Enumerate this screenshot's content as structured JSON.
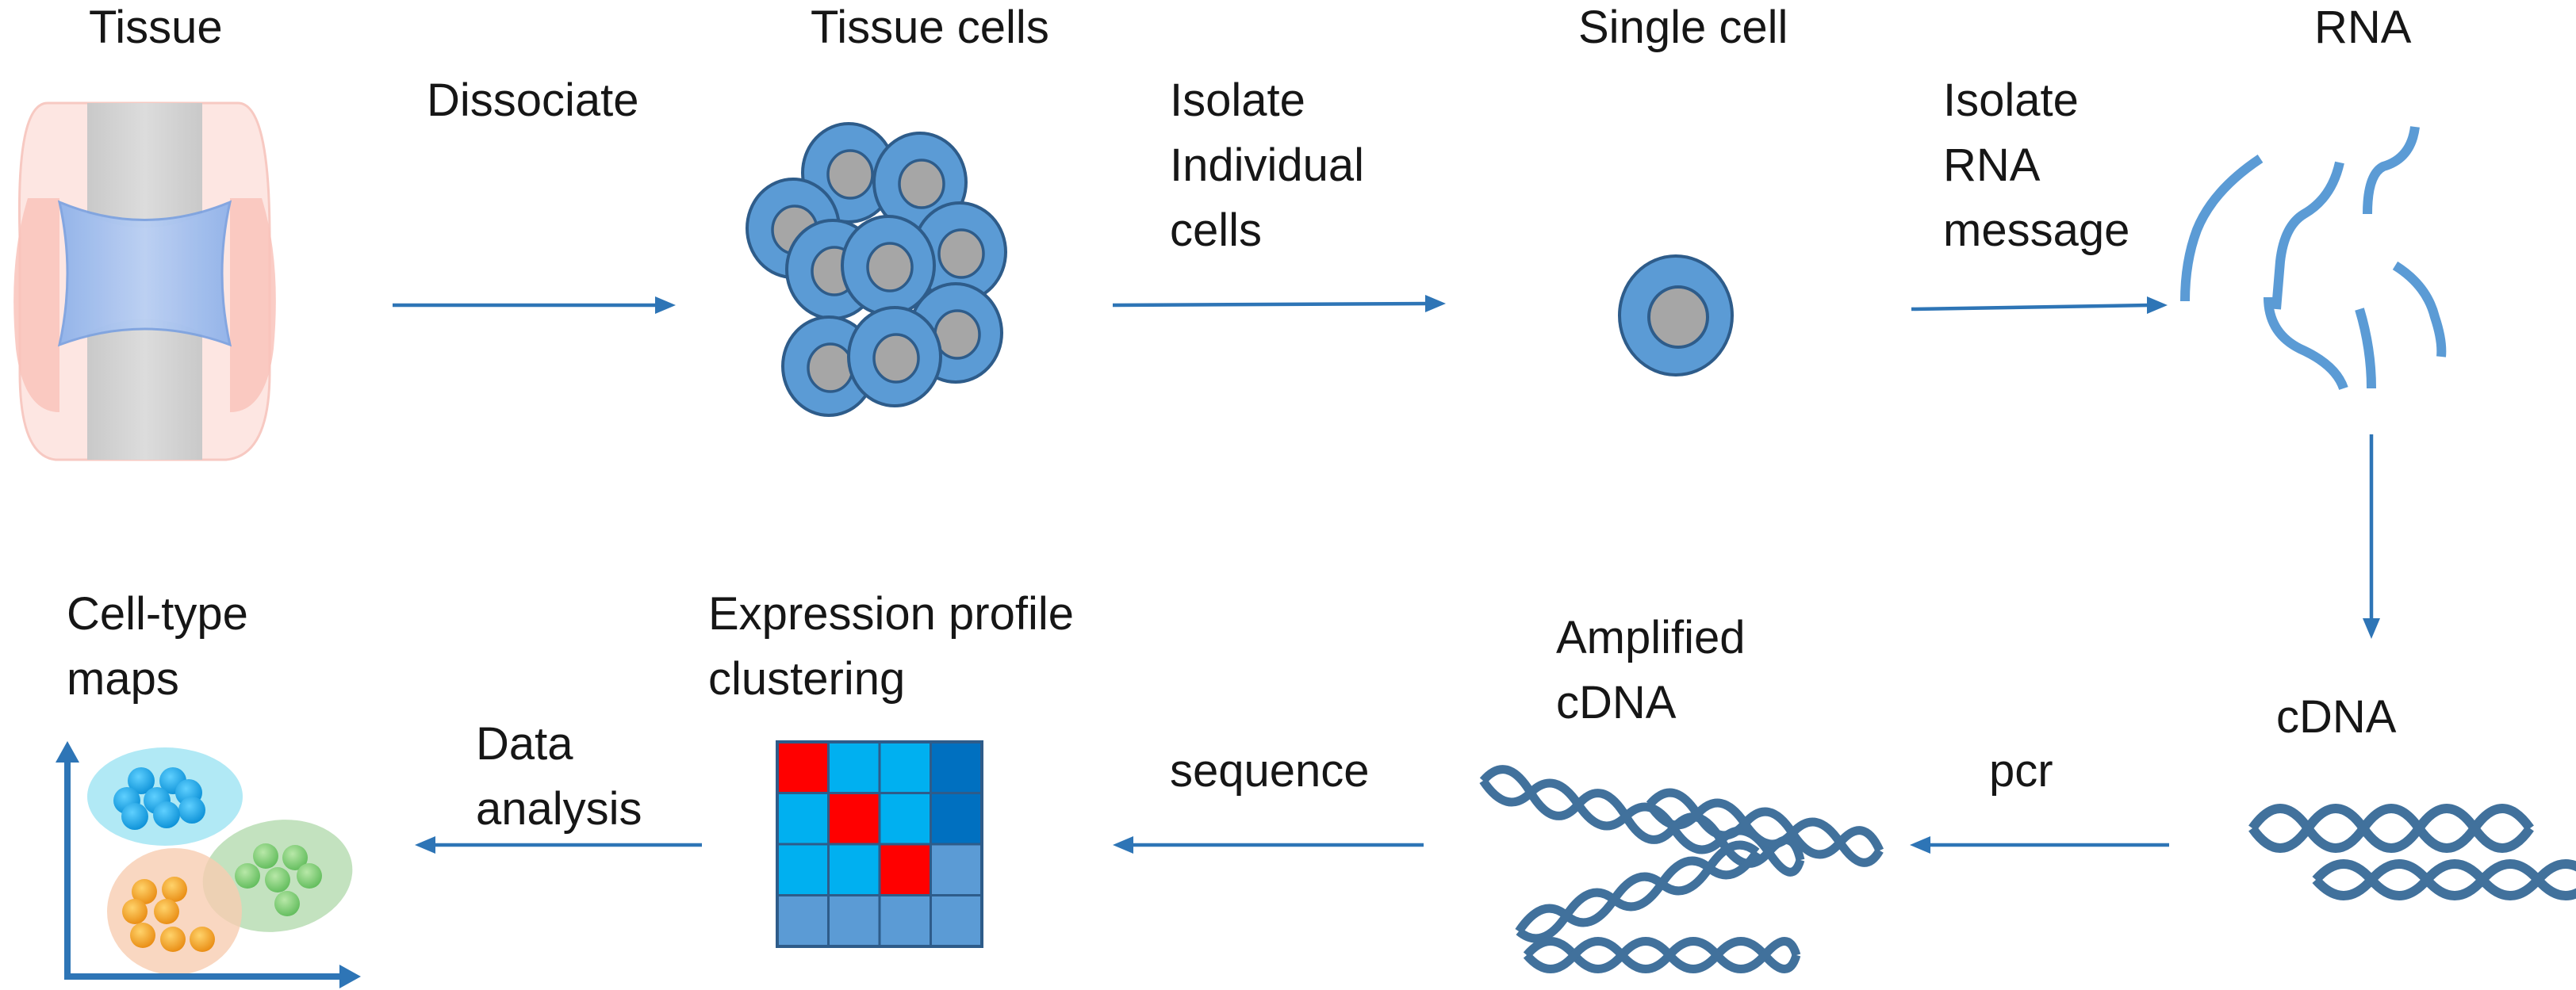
{
  "stages": {
    "tissue": {
      "title": "Tissue"
    },
    "tissue_cells": {
      "title": "Tissue cells"
    },
    "single_cell": {
      "title": "Single cell"
    },
    "rna": {
      "title": "RNA"
    },
    "cdna": {
      "title": "cDNA"
    },
    "amplified_cdna": {
      "line1": "Amplified",
      "line2": "cDNA"
    },
    "expression_profile": {
      "line1": "Expression profile",
      "line2": "clustering"
    },
    "cell_type_maps": {
      "line1": "Cell-type",
      "line2": "maps"
    }
  },
  "steps": {
    "dissociate": {
      "line1": "Dissociate"
    },
    "isolate_cells": {
      "line1": "Isolate",
      "line2": "Individual",
      "line3": "cells"
    },
    "isolate_rna": {
      "line1": "Isolate",
      "line2": "RNA",
      "line3": "message"
    },
    "pcr": {
      "line1": "pcr"
    },
    "sequence": {
      "line1": "sequence"
    },
    "data_analysis": {
      "line1": "Data",
      "line2": "analysis"
    }
  },
  "heatmap": {
    "rows": [
      [
        "red",
        "cyan",
        "cyan",
        "blue"
      ],
      [
        "cyan",
        "red",
        "cyan",
        "blue"
      ],
      [
        "cyan",
        "cyan",
        "red",
        "mid"
      ],
      [
        "mid",
        "mid",
        "mid",
        "mid"
      ]
    ],
    "colors": {
      "red": "#FF0000",
      "cyan": "#00B0F0",
      "blue": "#0070C0",
      "mid": "#5B9BD5"
    }
  },
  "colors": {
    "arrow": "#2E75B6",
    "cell_fill": "#5B9BD5",
    "cell_stroke": "#2E5C8A",
    "nucleus": "#A6A6A6",
    "rna": "#5B9BD5",
    "dna": "#41719C"
  }
}
